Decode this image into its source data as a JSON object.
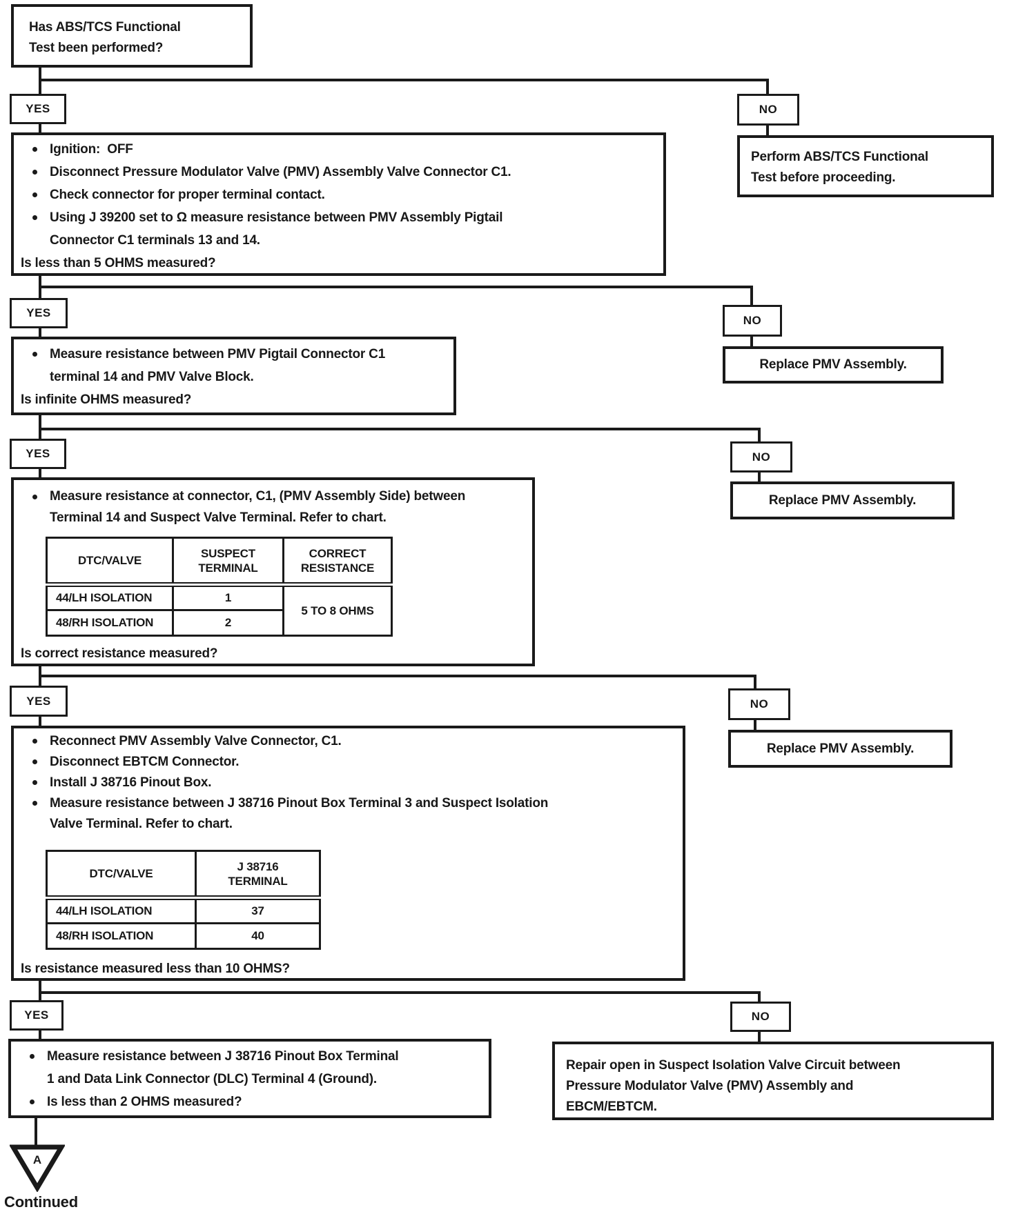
{
  "labels": {
    "yes": "YES",
    "no": "NO",
    "continued": "Continued",
    "connector": "A"
  },
  "start": {
    "lines": [
      "Has ABS/TCS Functional",
      "Test been performed?"
    ]
  },
  "steps": {
    "s1": {
      "lines": [
        "Ignition:  OFF",
        "Disconnect Pressure Modulator Valve (PMV) Assembly Valve Connector C1.",
        "Check connector for proper terminal contact.",
        "Using J 39200 set to Ω measure resistance between PMV Assembly Pigtail",
        "Connector C1 terminals 13 and 14.",
        "Is less than 5 OHMS measured?"
      ],
      "no_action": {
        "lines": [
          "Perform ABS/TCS Functional",
          "Test before proceeding."
        ]
      }
    },
    "s2": {
      "lines": [
        "Measure resistance between PMV Pigtail Connector C1",
        "terminal 14 and PMV Valve Block.",
        "Is infinite OHMS measured?"
      ],
      "no_action": {
        "text": "Replace PMV Assembly."
      }
    },
    "s3": {
      "lines": [
        "Measure resistance at connector, C1, (PMV Assembly Side) between",
        "Terminal 14 and Suspect Valve Terminal. Refer to chart."
      ],
      "table": {
        "headers": [
          "DTC/VALVE",
          "SUSPECT TERMINAL",
          "CORRECT RESISTANCE"
        ],
        "rows": [
          [
            "44/LH ISOLATION",
            "1"
          ],
          [
            "48/RH ISOLATION",
            "2"
          ]
        ],
        "merged_resistance": "5 TO 8 OHMS"
      },
      "question": "Is correct resistance measured?",
      "no_action": {
        "text": "Replace PMV Assembly."
      }
    },
    "s4": {
      "lines": [
        "Reconnect PMV Assembly Valve Connector, C1.",
        "Disconnect EBTCM Connector.",
        "Install J 38716 Pinout Box.",
        "Measure resistance between J 38716 Pinout Box Terminal 3 and Suspect Isolation",
        "Valve Terminal. Refer to chart."
      ],
      "table": {
        "headers": [
          "DTC/VALVE",
          "J 38716 TERMINAL"
        ],
        "rows": [
          [
            "44/LH ISOLATION",
            "37"
          ],
          [
            "48/RH ISOLATION",
            "40"
          ]
        ]
      },
      "question": "Is resistance measured less than 10 OHMS?",
      "no_action": {
        "text": "Replace PMV Assembly."
      }
    },
    "s5": {
      "lines": [
        "Measure resistance between J 38716 Pinout Box Terminal",
        "1 and Data Link Connector (DLC) Terminal 4 (Ground).",
        "Is less than 2 OHMS measured?"
      ],
      "no_action": {
        "lines": [
          "Repair open in Suspect Isolation Valve Circuit between",
          "Pressure Modulator Valve (PMV) Assembly and",
          "EBCM/EBTCM."
        ]
      }
    }
  }
}
